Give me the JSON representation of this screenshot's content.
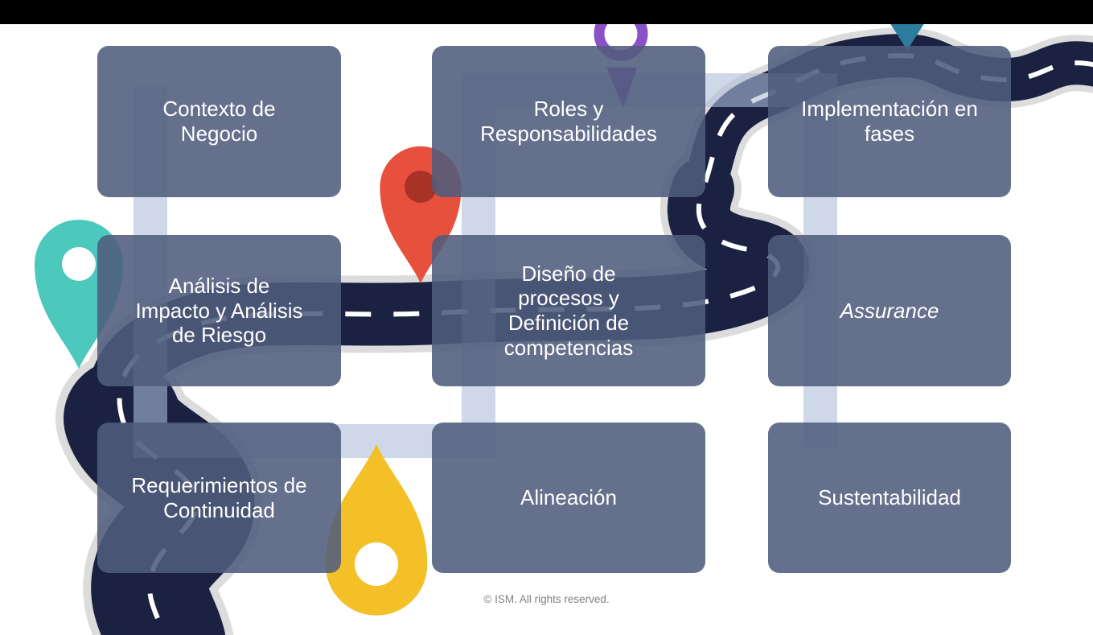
{
  "boxes": [
    {
      "id": "contexto-de-negocio",
      "label": "Contexto de\nNegocio"
    },
    {
      "id": "roles-y-responsabilidades",
      "label": "Roles y\nResponsabilidades"
    },
    {
      "id": "implementacion-en-fases",
      "label": "Implementación en\nfases"
    },
    {
      "id": "analisis-impacto-riesgo",
      "label": "Análisis de\nImpacto y Análisis\nde Riesgo"
    },
    {
      "id": "diseno-procesos-competencias",
      "label": "Diseño de\nprocesos y\nDefinición de\ncompetencias"
    },
    {
      "id": "assurance",
      "label": "Assurance",
      "italic": true
    },
    {
      "id": "requerimientos-de-continuidad",
      "label": "Requerimientos de\nContinuidad"
    },
    {
      "id": "alineacion",
      "label": "Alineación"
    },
    {
      "id": "sustentabilidad",
      "label": "Sustentabilidad"
    }
  ],
  "footer": {
    "copyright": "© ISM. All rights reserved."
  },
  "icons": {
    "teal_pin": "map-pin",
    "red_pin": "map-pin",
    "purple_pin": "ring-map-pin",
    "blue_pin": "map-pin",
    "yellow_pin": "map-pin-inverted",
    "road": "winding-road-illustration",
    "connector": "serpentine-route-highlight"
  },
  "colors": {
    "top_bar": "#000000",
    "box_bg": "rgba(80,92,124,0.88)",
    "box_text": "#ffffff",
    "road": "#1b2140",
    "road_edge": "#dcdcdc",
    "connector": "rgba(173,190,219,0.6)",
    "pin_teal": "#4cc8bc",
    "pin_red": "#e8503e",
    "pin_red_hole": "#a93226",
    "pin_purple": "#8a52c6",
    "pin_blue": "#2e7d9e",
    "pin_yellow": "#f3c028",
    "footer_text": "#808080"
  }
}
